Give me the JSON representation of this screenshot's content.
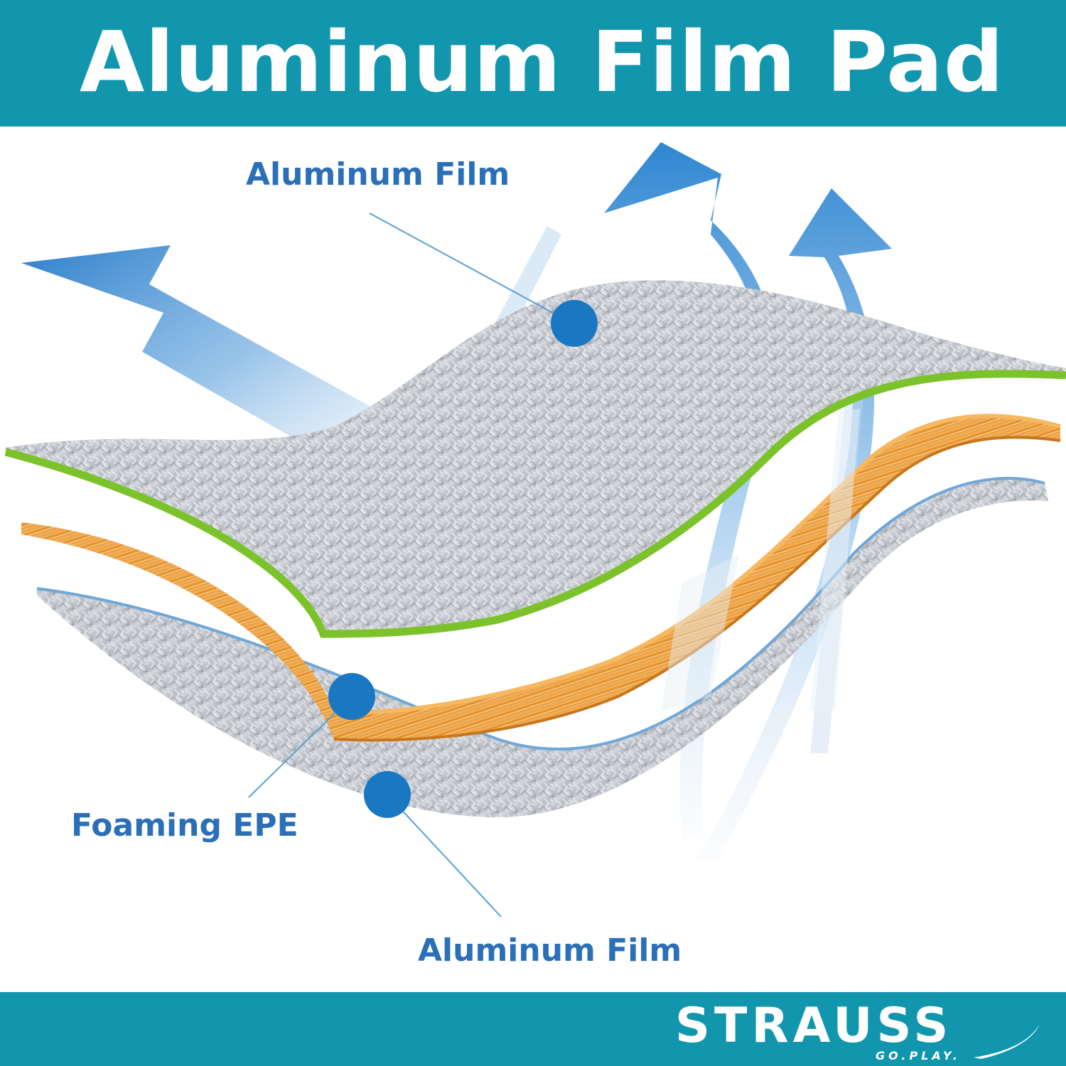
{
  "header": {
    "title": "Aluminum Film Pad"
  },
  "labels": {
    "top_layer": "Aluminum Film",
    "middle_layer": "Foaming EPE",
    "bottom_layer": "Aluminum Film"
  },
  "brand": {
    "name": "STRAUSS",
    "tagline": "GO.PLAY."
  },
  "icons": [
    "heat-arrow-icon",
    "callout-dot-icon",
    "swoosh-icon"
  ],
  "colors": {
    "band": "#1296ad",
    "label_text": "#2a6fb8",
    "dot": "#1a78c2",
    "foil": "#c9cdd2",
    "foam": "#f0a845",
    "edge_green": "#7cc22a",
    "arrow": "#3a8fd6"
  }
}
